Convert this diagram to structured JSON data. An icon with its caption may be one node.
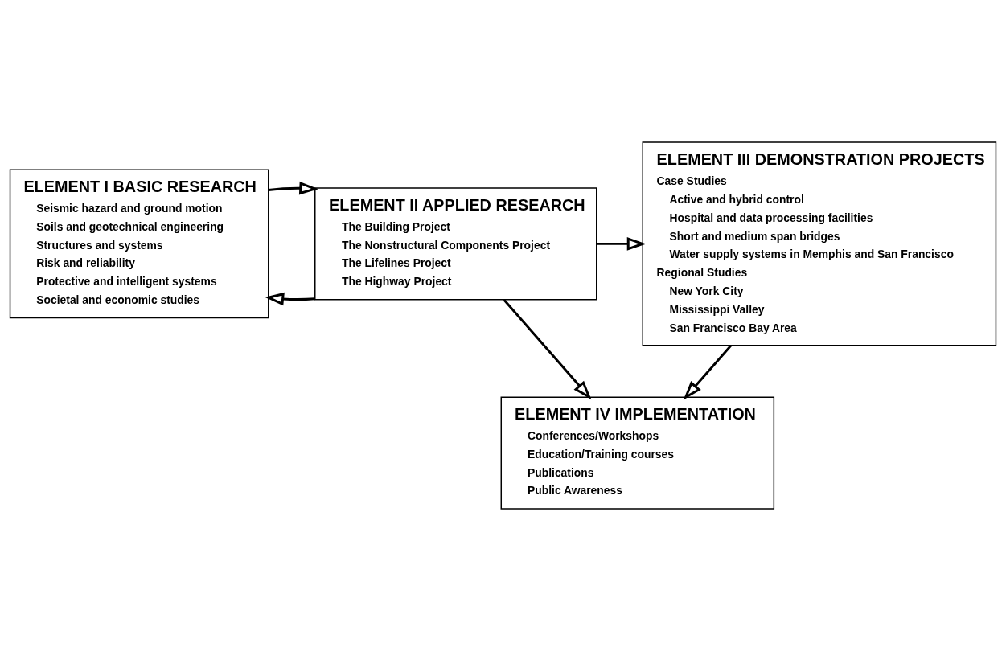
{
  "diagram": {
    "nodes": [
      {
        "text": [
          "ELEMENT I BASIC RESEARCH",
          "Seismic hazard and ground motion",
          "Soils and geotechnical engineering",
          "Structures and systems",
          "Risk and reliability",
          "Protective and intelligent systems",
          "Societal and economic studies"
        ]
      },
      {
        "text": [
          "ELEMENT II APPLIED RESEARCH",
          "The Building Project",
          "The Nonstructural Components Project",
          "The Lifelines Project",
          "The Highway Project"
        ]
      },
      {
        "text": [
          "ELEMENT III DEMONSTRATION PROJECTS",
          "Case Studies",
          "Active and hybrid control",
          "Hospital and data processing facilities",
          "Short and medium span bridges",
          "Water supply systems in Memphis and San Francisco",
          "Regional Studies",
          "New York City",
          "Mississippi Valley",
          "San Francisco Bay Area"
        ]
      },
      {
        "text": [
          "ELEMENT IV IMPLEMENTATION",
          "Conferences/Workshops",
          "Education/Training courses",
          "Publications",
          "Public Awareness"
        ]
      }
    ],
    "edges": [
      {
        "from": 1,
        "to": 0,
        "arrow": "to"
      },
      {
        "from": 0,
        "to": 1,
        "arrow": "to"
      },
      {
        "from": 1,
        "to": 2,
        "arrow": "to"
      },
      {
        "from": 1,
        "to": 3,
        "arrow": "to"
      },
      {
        "from": 2,
        "to": 3,
        "arrow": "to"
      }
    ]
  }
}
